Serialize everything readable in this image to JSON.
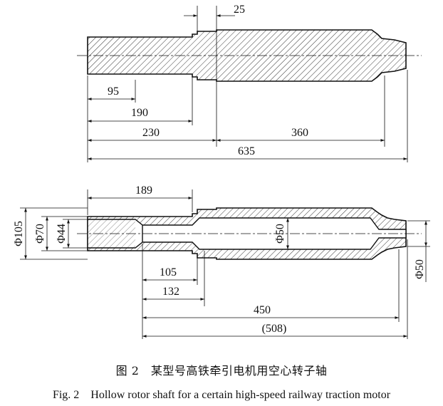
{
  "figure": {
    "caption_zh": "图 2　某型号高铁牵引电机用空心转子轴",
    "caption_en": "Fig. 2　Hollow rotor shaft for a certain high-speed railway traction motor"
  },
  "side_view": {
    "dim_25": "25",
    "dim_95": "95",
    "dim_190": "190",
    "dim_230": "230",
    "dim_360": "360",
    "dim_635": "635"
  },
  "section_view": {
    "dim_189": "189",
    "dia_105": "Φ105",
    "dia_70": "Φ70",
    "dia_44": "Φ44",
    "dia_50_bore": "Φ50",
    "dia_50_end": "Φ50",
    "dim_105": "105",
    "dim_132": "132",
    "dim_450": "450",
    "dim_508": "(508)"
  }
}
